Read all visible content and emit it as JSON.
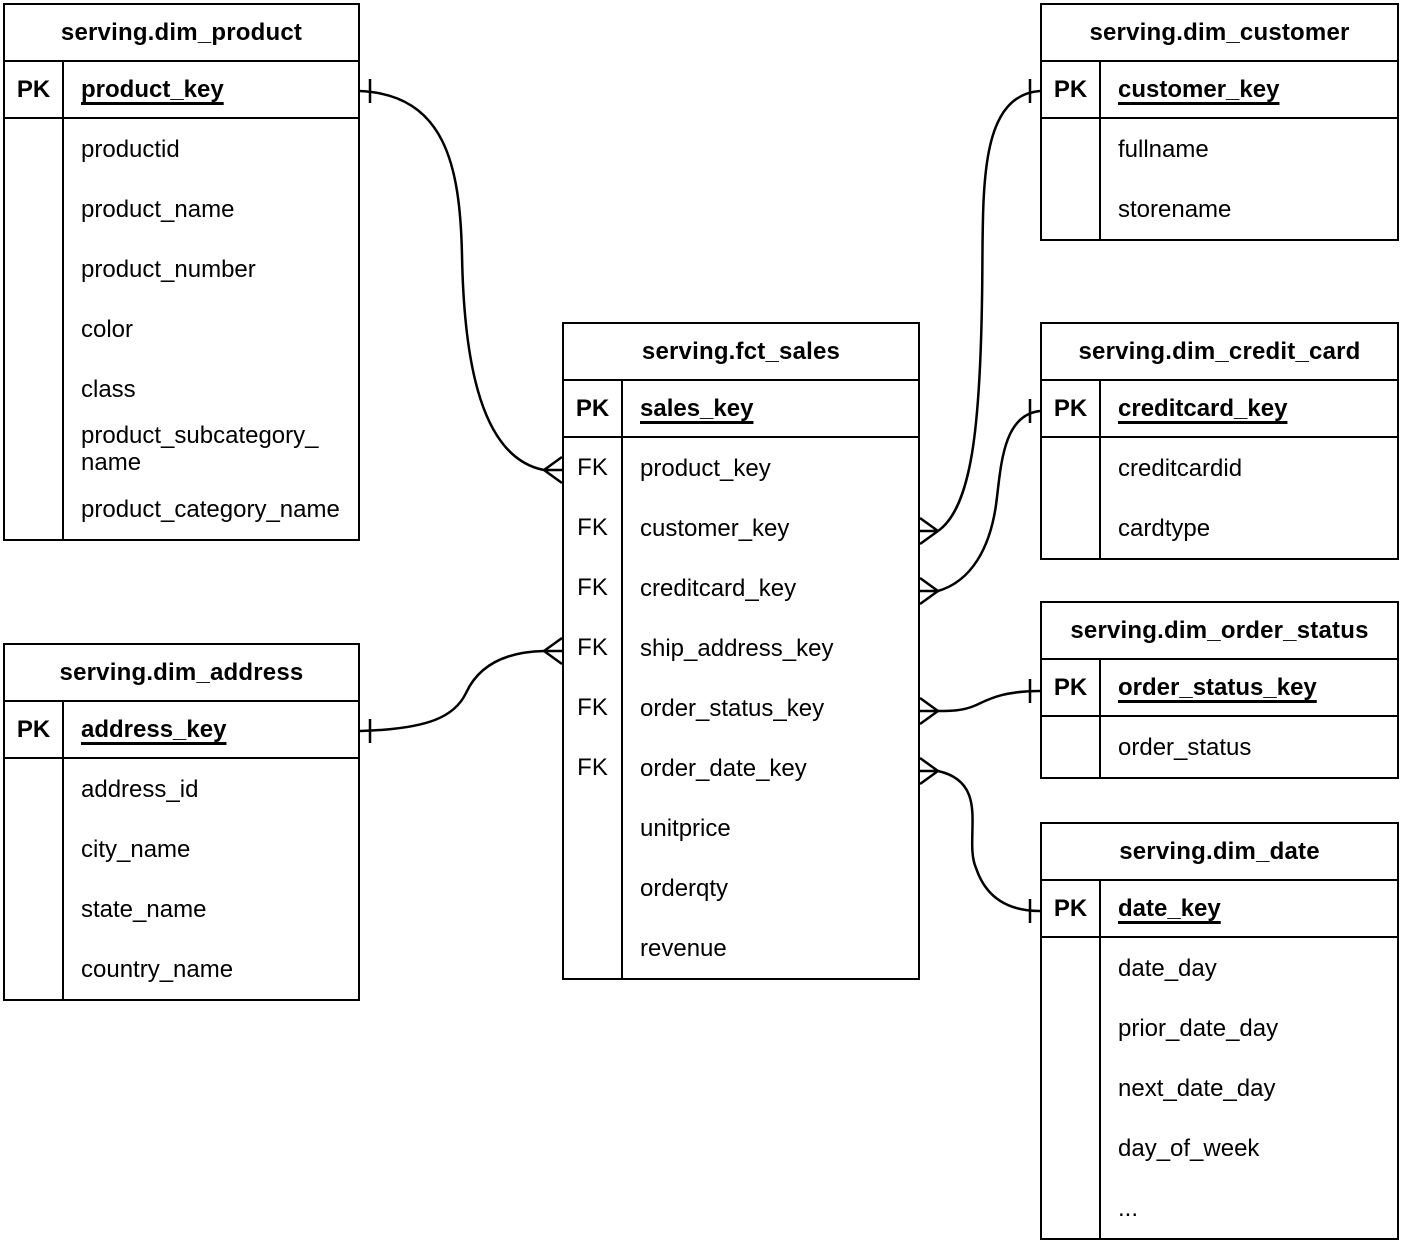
{
  "diagram": {
    "type": "entity-relationship",
    "colors": {
      "line": "#000000",
      "text": "#000000",
      "background": "#ffffff"
    },
    "tables": [
      {
        "id": "dim_product",
        "title": "serving.dim_product",
        "pk_label": "PK",
        "pk_field": "product_key",
        "rows": [
          {
            "key": "",
            "field": "productid"
          },
          {
            "key": "",
            "field": "product_name"
          },
          {
            "key": "",
            "field": "product_number"
          },
          {
            "key": "",
            "field": "color"
          },
          {
            "key": "",
            "field": "class"
          },
          {
            "key": "",
            "field": "product_subcategory_\nname"
          },
          {
            "key": "",
            "field": "product_category_name"
          }
        ]
      },
      {
        "id": "dim_customer",
        "title": "serving.dim_customer",
        "pk_label": "PK",
        "pk_field": "customer_key",
        "rows": [
          {
            "key": "",
            "field": "fullname"
          },
          {
            "key": "",
            "field": "storename"
          }
        ]
      },
      {
        "id": "fct_sales",
        "title": "serving.fct_sales",
        "pk_label": "PK",
        "pk_field": "sales_key",
        "rows": [
          {
            "key": "FK",
            "field": "product_key"
          },
          {
            "key": "FK",
            "field": "customer_key"
          },
          {
            "key": "FK",
            "field": "creditcard_key"
          },
          {
            "key": "FK",
            "field": "ship_address_key"
          },
          {
            "key": "FK",
            "field": "order_status_key"
          },
          {
            "key": "FK",
            "field": "order_date_key"
          },
          {
            "key": "",
            "field": "unitprice"
          },
          {
            "key": "",
            "field": "orderqty"
          },
          {
            "key": "",
            "field": "revenue"
          }
        ]
      },
      {
        "id": "dim_credit_card",
        "title": "serving.dim_credit_card",
        "pk_label": "PK",
        "pk_field": "creditcard_key",
        "rows": [
          {
            "key": "",
            "field": "creditcardid"
          },
          {
            "key": "",
            "field": "cardtype"
          }
        ]
      },
      {
        "id": "dim_order_status",
        "title": "serving.dim_order_status",
        "pk_label": "PK",
        "pk_field": "order_status_key",
        "rows": [
          {
            "key": "",
            "field": "order_status"
          }
        ]
      },
      {
        "id": "dim_date",
        "title": "serving.dim_date",
        "pk_label": "PK",
        "pk_field": "date_key",
        "rows": [
          {
            "key": "",
            "field": "date_day"
          },
          {
            "key": "",
            "field": "prior_date_day"
          },
          {
            "key": "",
            "field": "next_date_day"
          },
          {
            "key": "",
            "field": "day_of_week"
          },
          {
            "key": "",
            "field": "..."
          }
        ]
      },
      {
        "id": "dim_address",
        "title": "serving.dim_address",
        "pk_label": "PK",
        "pk_field": "address_key",
        "rows": [
          {
            "key": "",
            "field": "address_id"
          },
          {
            "key": "",
            "field": "city_name"
          },
          {
            "key": "",
            "field": "state_name"
          },
          {
            "key": "",
            "field": "country_name"
          }
        ]
      }
    ],
    "relationships": [
      {
        "from_table": "serving.fct_sales",
        "from_column": "product_key",
        "to_table": "serving.dim_product",
        "to_column": "product_key",
        "from_cardinality": "many",
        "to_cardinality": "one"
      },
      {
        "from_table": "serving.fct_sales",
        "from_column": "customer_key",
        "to_table": "serving.dim_customer",
        "to_column": "customer_key",
        "from_cardinality": "many",
        "to_cardinality": "one"
      },
      {
        "from_table": "serving.fct_sales",
        "from_column": "creditcard_key",
        "to_table": "serving.dim_credit_card",
        "to_column": "creditcard_key",
        "from_cardinality": "many",
        "to_cardinality": "one"
      },
      {
        "from_table": "serving.fct_sales",
        "from_column": "ship_address_key",
        "to_table": "serving.dim_address",
        "to_column": "address_key",
        "from_cardinality": "many",
        "to_cardinality": "one"
      },
      {
        "from_table": "serving.fct_sales",
        "from_column": "order_status_key",
        "to_table": "serving.dim_order_status",
        "to_column": "order_status_key",
        "from_cardinality": "many",
        "to_cardinality": "one"
      },
      {
        "from_table": "serving.fct_sales",
        "from_column": "order_date_key",
        "to_table": "serving.dim_date",
        "to_column": "date_key",
        "from_cardinality": "many",
        "to_cardinality": "one"
      }
    ]
  }
}
